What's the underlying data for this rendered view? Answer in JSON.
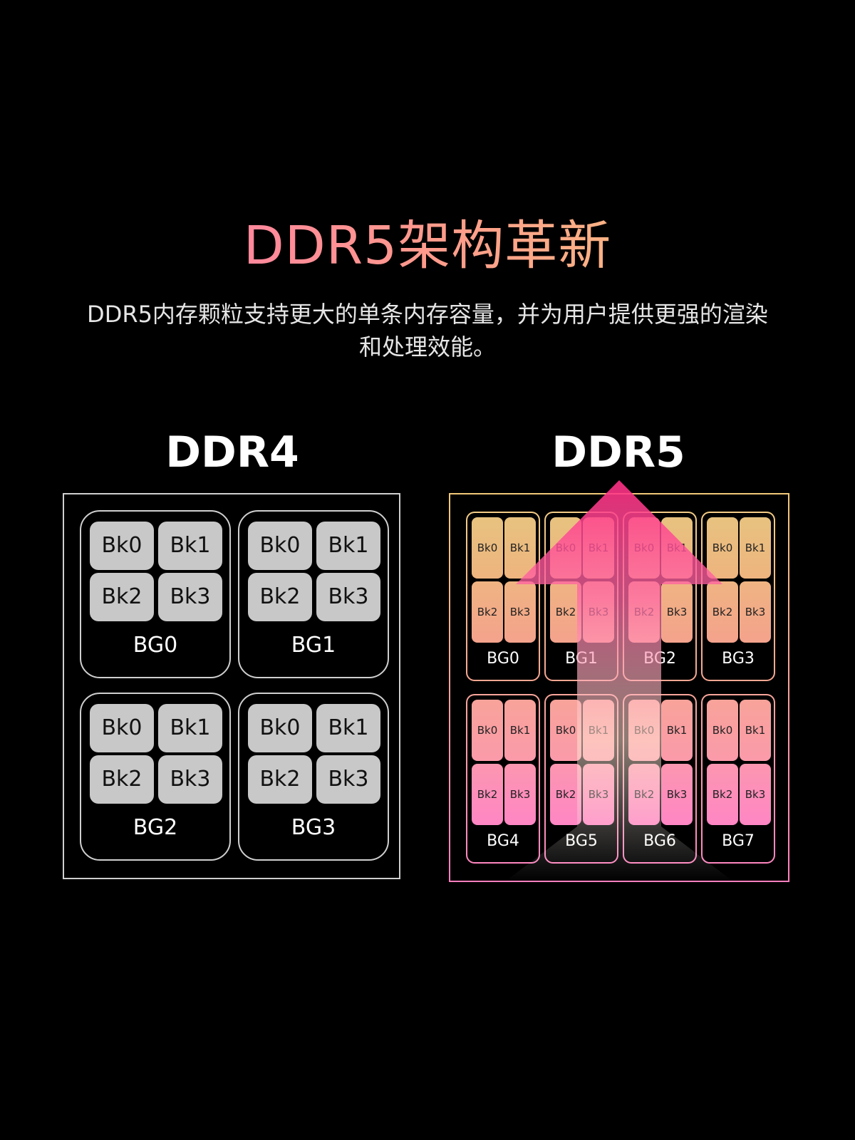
{
  "header": {
    "title": "DDR5架构革新",
    "subtitle": "DDR5内存颗粒支持更大的单条内存容量，并为用户提供更强的渲染和处理效能。"
  },
  "ddr4": {
    "title": "DDR4",
    "groups": [
      {
        "label": "BG0",
        "banks": [
          "Bk0",
          "Bk1",
          "Bk2",
          "Bk3"
        ]
      },
      {
        "label": "BG1",
        "banks": [
          "Bk0",
          "Bk1",
          "Bk2",
          "Bk3"
        ]
      },
      {
        "label": "BG2",
        "banks": [
          "Bk0",
          "Bk1",
          "Bk2",
          "Bk3"
        ]
      },
      {
        "label": "BG3",
        "banks": [
          "Bk0",
          "Bk1",
          "Bk2",
          "Bk3"
        ]
      }
    ]
  },
  "ddr5": {
    "title": "DDR5",
    "groups": [
      {
        "label": "BG0",
        "banks": [
          "Bk0",
          "Bk1",
          "Bk2",
          "Bk3"
        ]
      },
      {
        "label": "BG1",
        "banks": [
          "Bk0",
          "Bk1",
          "Bk2",
          "Bk3"
        ]
      },
      {
        "label": "BG2",
        "banks": [
          "Bk0",
          "Bk1",
          "Bk2",
          "Bk3"
        ]
      },
      {
        "label": "BG3",
        "banks": [
          "Bk0",
          "Bk1",
          "Bk2",
          "Bk3"
        ]
      },
      {
        "label": "BG4",
        "banks": [
          "Bk0",
          "Bk1",
          "Bk2",
          "Bk3"
        ]
      },
      {
        "label": "BG5",
        "banks": [
          "Bk0",
          "Bk1",
          "Bk2",
          "Bk3"
        ]
      },
      {
        "label": "BG6",
        "banks": [
          "Bk0",
          "Bk1",
          "Bk2",
          "Bk3"
        ]
      },
      {
        "label": "BG7",
        "banks": [
          "Bk0",
          "Bk1",
          "Bk2",
          "Bk3"
        ]
      }
    ]
  },
  "colors": {
    "title_gradient": [
      "#ff6fb0",
      "#ff9a8c",
      "#f6d27a"
    ],
    "ddr4_bank": "#c8c8c8",
    "ddr4_border": "#cfcfcf",
    "ddr5_top": "#eeb47f",
    "ddr5_bottom": "#fb96b0",
    "arrow": "#ff3f8e"
  }
}
